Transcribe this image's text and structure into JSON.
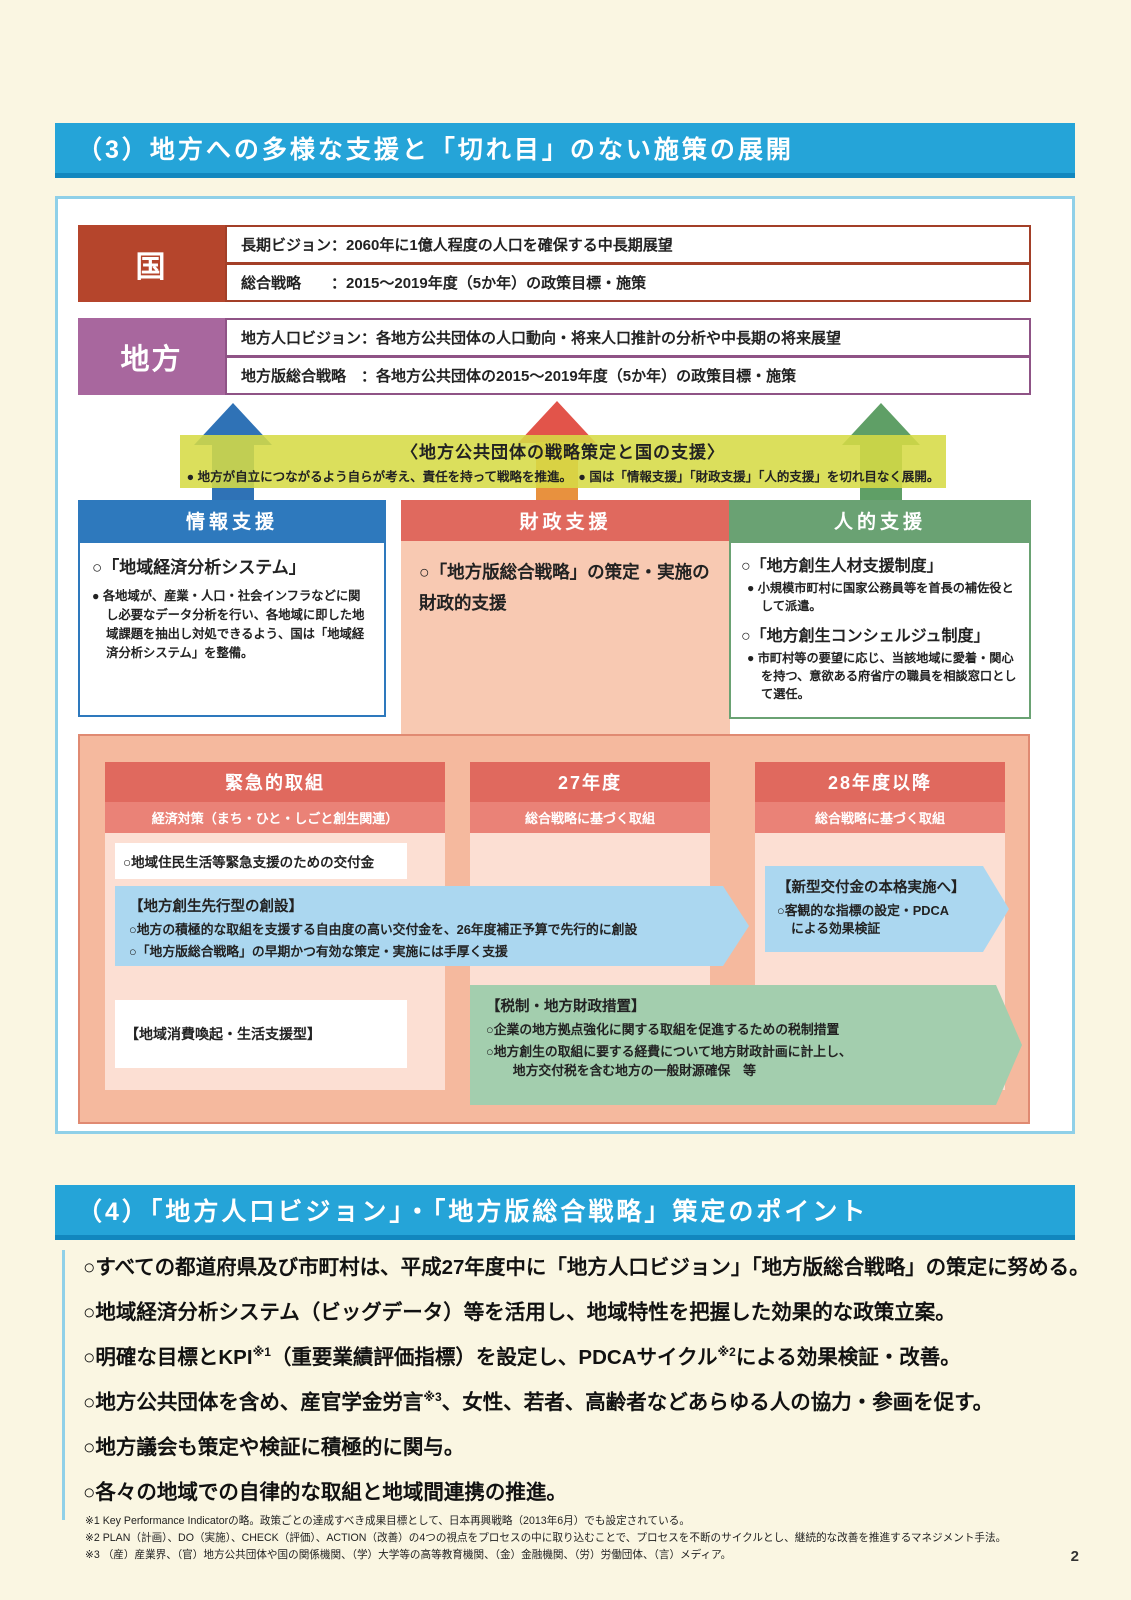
{
  "page": {
    "number": "2"
  },
  "colors": {
    "section_header_blue": "#25a4d8",
    "national_red": "#b5452c",
    "local_purple": "#a8679e",
    "info_blue": "#2e79bd",
    "fiscal_salmon": "#e0695e",
    "human_green": "#6aa273",
    "banner_yellow": "#d6db46",
    "panel_salmon": "#f5b99e",
    "arrow_box_lightblue": "#abd7f0",
    "arrow_box_green": "#a3ceae"
  },
  "section3": {
    "title": "（3）地方への多様な支援と「切れ目」のない施策の展開",
    "national": {
      "label": "国",
      "row1": "長期ビジョン：2060年に1億人程度の人口を確保する中長期展望",
      "row2": "総合戦略　　：2015～2019年度（5か年）の政策目標・施策"
    },
    "local": {
      "label": "地方",
      "row1": "地方人口ビジョン：各地方公共団体の人口動向・将来人口推計の分析や中長期の将来展望",
      "row2": "地方版総合戦略　：各地方公共団体の2015～2019年度（5か年）の政策目標・施策"
    },
    "banner": {
      "title": "〈地方公共団体の戦略策定と国の支援〉",
      "line": "● 地方が自立につながるよう自らが考え、責任を持って戦略を推進。　● 国は「情報支援」「財政支援」「人的支援」を切れ目なく展開。"
    },
    "info_support": {
      "header": "情報支援",
      "item_title": "○「地域経済分析システム」",
      "item_body": "● 各地域が、産業・人口・社会インフラなどに関し必要なデータ分析を行い、各地域に即した地域課題を抽出し対処できるよう、国は「地域経済分析システム」を整備。"
    },
    "fiscal_support": {
      "header": "財政支援",
      "item_title": "○「地方版総合戦略」の策定・実施の財政的支援"
    },
    "human_support": {
      "header": "人的支援",
      "item1_title": "○「地方創生人材支援制度」",
      "item1_body": "● 小規模市町村に国家公務員等を首長の補佐役として派遣。",
      "item2_title": "○「地方創生コンシェルジュ制度」",
      "item2_body": "● 市町村等の要望に応じ、当該地域に愛着・関心を持つ、意欲ある府省庁の職員を相談窓口として選任。"
    },
    "timeline": {
      "col1": {
        "header": "緊急的取組",
        "subheader": "経済対策（まち・ひと・しごと創生関連）"
      },
      "col2": {
        "header": "27年度",
        "subheader": "総合戦略に基づく取組"
      },
      "col3": {
        "header": "28年度以降",
        "subheader": "総合戦略に基づく取組"
      },
      "grant_box": "○地域住民生活等緊急支援のための交付金",
      "leading_box": {
        "title": "【地方創生先行型の創設】",
        "line1": "○地方の積極的な取組を支援する自由度の高い交付金を、26年度補正予算で先行的に創設",
        "line2": "○「地方版総合戦略」の早期かつ有効な策定・実施には手厚く支援"
      },
      "new_grant_box": {
        "title": "【新型交付金の本格実施へ】",
        "line1": "○客観的な指標の設定・PDCA",
        "line2": "による効果検証"
      },
      "consumption_box": "【地域消費喚起・生活支援型】",
      "tax_box": {
        "title": "【税制・地方財政措置】",
        "line1": "○企業の地方拠点強化に関する取組を促進するための税制措置",
        "line2": "○地方創生の取組に要する経費について地方財政計画に計上し、",
        "line3": "　地方交付税を含む地方の一般財源確保　等"
      }
    }
  },
  "section4": {
    "title": "（4）「地方人口ビジョン」・「地方版総合戦略」策定のポイント",
    "points": [
      {
        "text": "○すべての都道府県及び市町村は、平成27年度中に「地方人口ビジョン」「地方版総合戦略」の策定に努める。"
      },
      {
        "text": "○地域経済分析システム（ビッグデータ）等を活用し、地域特性を把握した効果的な政策立案。"
      },
      {
        "pre": "○明確な目標とKPI",
        "sup1": "※1",
        "mid": "（重要業績評価指標）を設定し、PDCAサイクル",
        "sup2": "※2",
        "post": "による効果検証・改善。"
      },
      {
        "pre": "○地方公共団体を含め、産官学金労言",
        "sup1": "※3",
        "post": "、女性、若者、高齢者などあらゆる人の協力・参画を促す。"
      },
      {
        "text": "○地方議会も策定や検証に積極的に関与。"
      },
      {
        "text": "○各々の地域での自律的な取組と地域間連携の推進。"
      }
    ],
    "footnotes": [
      "※1 Key Performance Indicatorの略。政策ごとの達成すべき成果目標として、日本再興戦略（2013年6月）でも設定されている。",
      "※2 PLAN（計画）、DO（実施）、CHECK（評価）、ACTION（改善）の4つの視点をプロセスの中に取り込むことで、プロセスを不断のサイクルとし、継続的な改善を推進するマネジメント手法。",
      "※3 （産）産業界、（官）地方公共団体や国の関係機関、（学）大学等の高等教育機関、（金）金融機関、（労）労働団体、（言）メディア。"
    ]
  }
}
